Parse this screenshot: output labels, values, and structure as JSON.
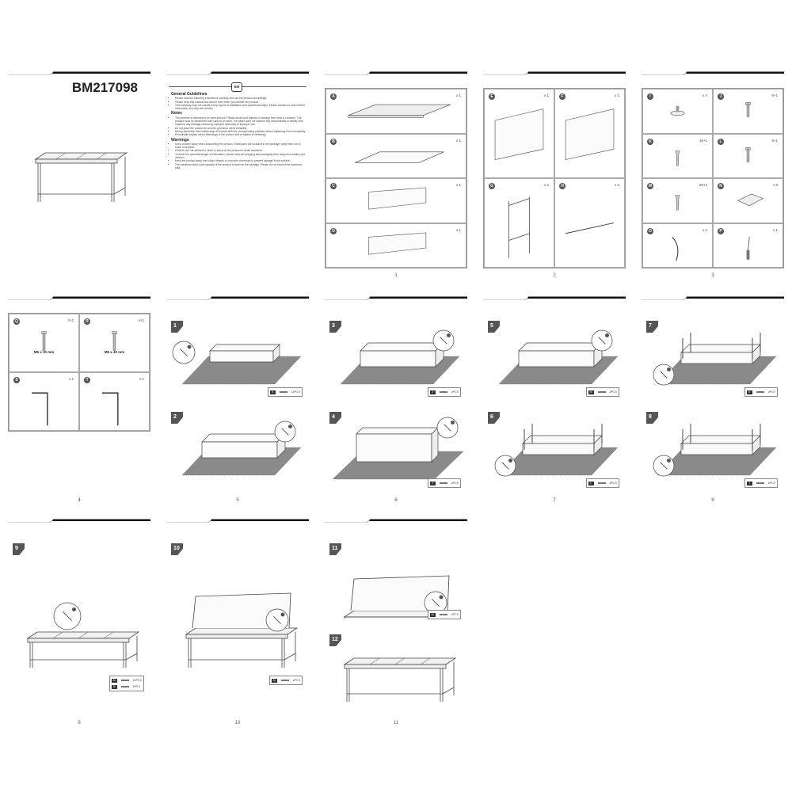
{
  "cover": {
    "page_label": "",
    "model": "BM217098"
  },
  "guidelines": {
    "badge": "EN",
    "sections": [
      {
        "heading": "General Guidelines",
        "items": [
          "Please read the following instructions carefully and use the product accordingly.",
          "Please keep this manual and hand it over when you transfer the product.",
          "This summary may not include every aspect of installation and operational steps. Please contact us when further information and help are needed."
        ]
      },
      {
        "heading": "Notes",
        "items": [
          "The furniture is intended to be used indoors. Please avoid hard objects or damage from heat or moisture. The product must be assembled with care by an adult. The seller does not assume any responsibility or liability with regard to any damage caused by improper assembly or improper use.",
          "Do not place the product on uneven ground to avoid instability.",
          "During assembly, first loosely align all screws with the corresponding positions before tightening them completely.",
          "Periodically inspect screw fastenings of the product and re-tighten if necessary."
        ]
      },
      {
        "heading": "Warnings",
        "items": [
          "Keep children away when assembling the product. Small parts are included in the package; keep them out of reach of children.",
          "Children are not allowed to climb or stand on the product to avoid accidents.",
          "To avoid the potential danger of suffocation, please keep all wrapping and packaging films away from babies and children.",
          "Keep the product away from sharp objects or corrosive chemicals to prevent damage to the surface.",
          "The maximum static load capacity of the product is listed on the package. Please do not exceed the maximum load."
        ]
      }
    ]
  },
  "parts_pages": [
    {
      "page": "1",
      "cols": 1,
      "rows": 4,
      "parts": [
        {
          "id": "A",
          "qty": "x 1",
          "shape": "top"
        },
        {
          "id": "B",
          "qty": "x 1",
          "shape": "panel"
        },
        {
          "id": "C",
          "qty": "x 1",
          "shape": "long"
        },
        {
          "id": "D",
          "qty": "x 1",
          "shape": "long"
        }
      ]
    },
    {
      "page": "2",
      "cols": 2,
      "rows": 2,
      "parts": [
        {
          "id": "E",
          "qty": "x 1",
          "shape": "board"
        },
        {
          "id": "F",
          "qty": "x 1",
          "shape": "board"
        },
        {
          "id": "G",
          "qty": "x 2",
          "shape": "frame"
        },
        {
          "id": "H",
          "qty": "x 2",
          "shape": "rod"
        }
      ]
    },
    {
      "page": "3",
      "cols": 2,
      "rows": 4,
      "parts": [
        {
          "id": "I",
          "qty": "x 4",
          "shape": "foot"
        },
        {
          "id": "J",
          "qty": "8+1",
          "shape": "bolt"
        },
        {
          "id": "K",
          "qty": "16+1",
          "shape": "screw"
        },
        {
          "id": "L",
          "qty": "8+1",
          "shape": "bolt"
        },
        {
          "id": "M",
          "qty": "20+2",
          "shape": "screw"
        },
        {
          "id": "N",
          "qty": "x 8",
          "shape": "hinge"
        },
        {
          "id": "O",
          "qty": "x 1",
          "shape": "strut"
        },
        {
          "id": "P",
          "qty": "x 1",
          "shape": "driver"
        }
      ]
    },
    {
      "page": "4",
      "cols": 2,
      "rows": 2,
      "parts": [
        {
          "id": "Q",
          "qty": "4+1",
          "shape": "bolt",
          "size": "M6 x 30 mm"
        },
        {
          "id": "R",
          "qty": "4+1",
          "shape": "bolt",
          "size": "M6 x 40 mm"
        },
        {
          "id": "S",
          "qty": "x 1",
          "shape": "allen"
        },
        {
          "id": "T",
          "qty": "x 1",
          "shape": "allen"
        }
      ]
    }
  ],
  "step_pages": [
    {
      "page": "5",
      "steps": [
        {
          "num": "1",
          "art": "floor-open",
          "hardware": [
            {
              "id": "K",
              "qty": "16PCS"
            }
          ]
        },
        {
          "num": "2",
          "art": "floor-box",
          "hardware": []
        }
      ]
    },
    {
      "page": "6",
      "steps": [
        {
          "num": "3",
          "art": "floor-box",
          "hardware": [
            {
              "id": "J",
              "qty": "4PCS"
            }
          ]
        },
        {
          "num": "4",
          "art": "floor-tall",
          "hardware": [
            {
              "id": "J",
              "qty": "4PCS"
            }
          ]
        }
      ]
    },
    {
      "page": "7",
      "steps": [
        {
          "num": "5",
          "art": "floor-box",
          "hardware": [
            {
              "id": "M",
              "qty": "8PCS"
            }
          ]
        },
        {
          "num": "6",
          "art": "floor-legs",
          "hardware": [
            {
              "id": "L",
              "qty": "8PCS"
            }
          ]
        }
      ]
    },
    {
      "page": "8",
      "steps": [
        {
          "num": "7",
          "art": "floor-legs",
          "hardware": [
            {
              "id": "K",
              "qty": "4PCS"
            }
          ]
        },
        {
          "num": "8",
          "art": "floor-legs",
          "hardware": [
            {
              "id": "I",
              "qty": "4PCS"
            }
          ]
        }
      ]
    },
    {
      "page": "9",
      "steps": [
        {
          "num": "9",
          "art": "bench-frame",
          "hardware": [
            {
              "id": "M",
              "qty": "16PCS"
            },
            {
              "id": "N",
              "qty": "8PCS"
            }
          ]
        }
      ]
    },
    {
      "page": "10",
      "steps": [
        {
          "num": "10",
          "art": "bench-lid",
          "hardware": [
            {
              "id": "M",
              "qty": "4PCS"
            }
          ]
        }
      ]
    },
    {
      "page": "11",
      "steps": [
        {
          "num": "11",
          "art": "bench-lid",
          "hardware": [
            {
              "id": "M",
              "qty": "4PCS"
            }
          ]
        },
        {
          "num": "12",
          "art": "bench",
          "hardware": []
        }
      ]
    }
  ],
  "colors": {
    "ink": "#333333",
    "floor": "#8a8a8a",
    "badge": "#555555"
  }
}
